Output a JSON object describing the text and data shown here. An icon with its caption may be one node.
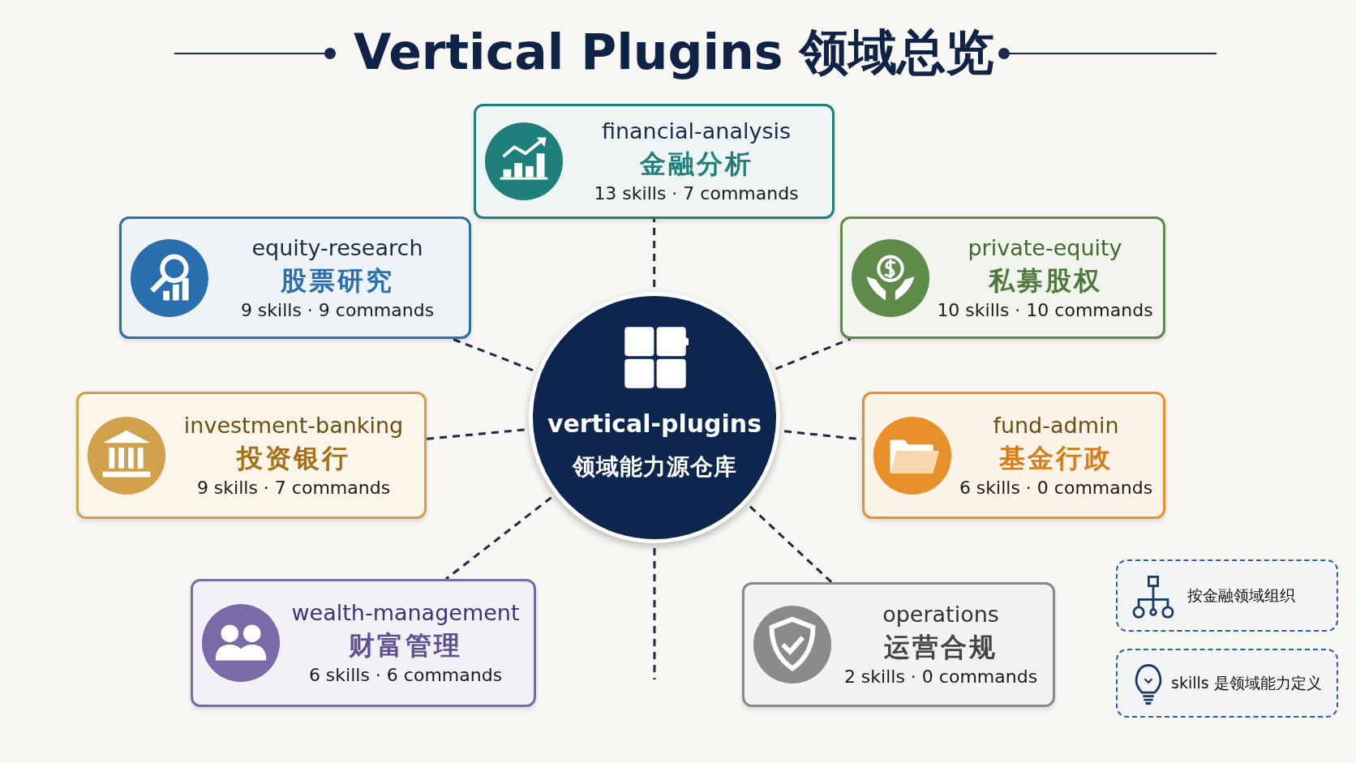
{
  "diagram": {
    "title": "Vertical Plugins 领域总览",
    "nodes": [
      {
        "text": [
          "vertical-plugins",
          "领域能力源仓库"
        ]
      },
      {
        "text": [
          "financial-analysis",
          "金融分析",
          "13 skills · 7 commands"
        ]
      },
      {
        "text": [
          "equity-research",
          "股票研究",
          "9 skills · 9 commands"
        ]
      },
      {
        "text": [
          "private-equity",
          "私募股权",
          "10 skills · 10 commands"
        ]
      },
      {
        "text": [
          "investment-banking",
          "投资银行",
          "9 skills · 7 commands"
        ]
      },
      {
        "text": [
          "fund-admin",
          "基金行政",
          "6 skills · 0 commands"
        ]
      },
      {
        "text": [
          "wealth-management",
          "财富管理",
          "6 skills · 6 commands"
        ]
      },
      {
        "text": [
          "operations",
          "运营合规",
          "2 skills · 0 commands"
        ]
      },
      {
        "text": [
          "按金融领域组织"
        ]
      },
      {
        "text": [
          "skills 是领域能力定义"
        ]
      }
    ],
    "edges": [
      {
        "from": 0,
        "to": 1,
        "arrow": "none",
        "style": "dashed"
      },
      {
        "from": 0,
        "to": 2,
        "arrow": "none",
        "style": "dashed"
      },
      {
        "from": 0,
        "to": 3,
        "arrow": "none",
        "style": "dashed"
      },
      {
        "from": 0,
        "to": 4,
        "arrow": "none",
        "style": "dashed"
      },
      {
        "from": 0,
        "to": 5,
        "arrow": "none",
        "style": "dashed"
      },
      {
        "from": 0,
        "to": 6,
        "arrow": "none",
        "style": "dashed"
      },
      {
        "from": 0,
        "to": 7,
        "arrow": "none",
        "style": "dashed"
      },
      {
        "from": 0,
        "to": null,
        "arrow": "none",
        "style": "dashed"
      }
    ]
  }
}
